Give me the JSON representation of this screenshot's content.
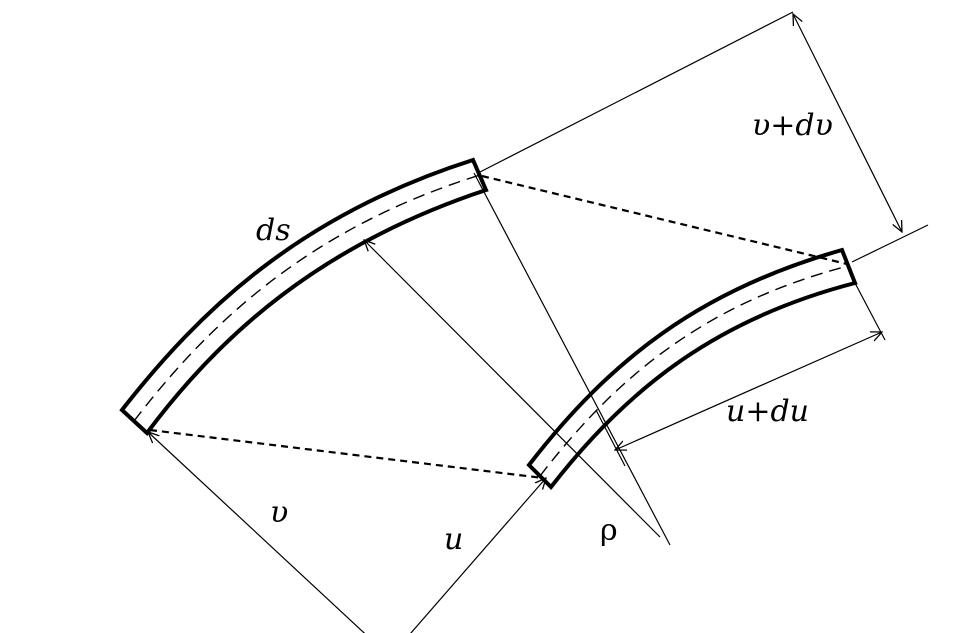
{
  "diagram": {
    "labels": {
      "ds": "ds",
      "v_plus_dv": "υ+dυ",
      "u_plus_du": "u+du",
      "v": "υ",
      "u": "u",
      "rho": "ρ"
    }
  }
}
